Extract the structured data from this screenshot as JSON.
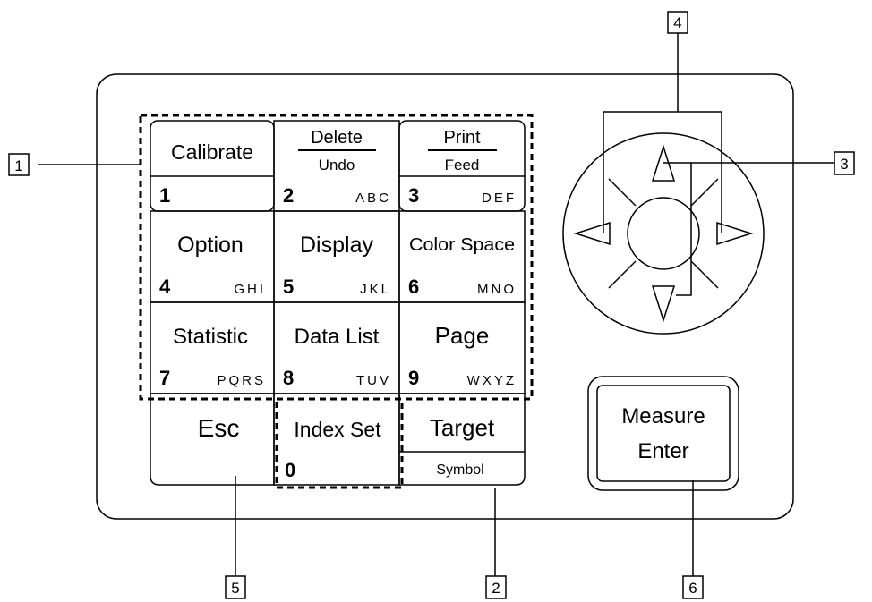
{
  "callouts": [
    "1",
    "2",
    "3",
    "4",
    "5",
    "6"
  ],
  "keys": {
    "calibrate": {
      "label": "Calibrate",
      "digit": "1",
      "letters": ""
    },
    "delete": {
      "label_top": "Delete",
      "label_bottom": "Undo",
      "digit": "2",
      "letters": "ABC"
    },
    "print": {
      "label_top": "Print",
      "label_bottom": "Feed",
      "digit": "3",
      "letters": "DEF"
    },
    "option": {
      "label": "Option",
      "digit": "4",
      "letters": "GHI"
    },
    "display": {
      "label": "Display",
      "digit": "5",
      "letters": "JKL"
    },
    "colorspace": {
      "label": "Color Space",
      "digit": "6",
      "letters": "MNO"
    },
    "statistic": {
      "label": "Statistic",
      "digit": "7",
      "letters": "PQRS"
    },
    "datalist": {
      "label": "Data List",
      "digit": "8",
      "letters": "TUV"
    },
    "page": {
      "label": "Page",
      "digit": "9",
      "letters": "WXYZ"
    },
    "esc": {
      "label": "Esc"
    },
    "indexset": {
      "label": "Index Set",
      "digit": "0"
    },
    "target": {
      "label": "Target",
      "sub": "Symbol"
    },
    "measure": {
      "line1": "Measure",
      "line2": "Enter"
    }
  },
  "dpad": {
    "up_icon": "arrow-up-icon",
    "down_icon": "arrow-down-icon",
    "left_icon": "arrow-left-icon",
    "right_icon": "arrow-right-icon"
  }
}
